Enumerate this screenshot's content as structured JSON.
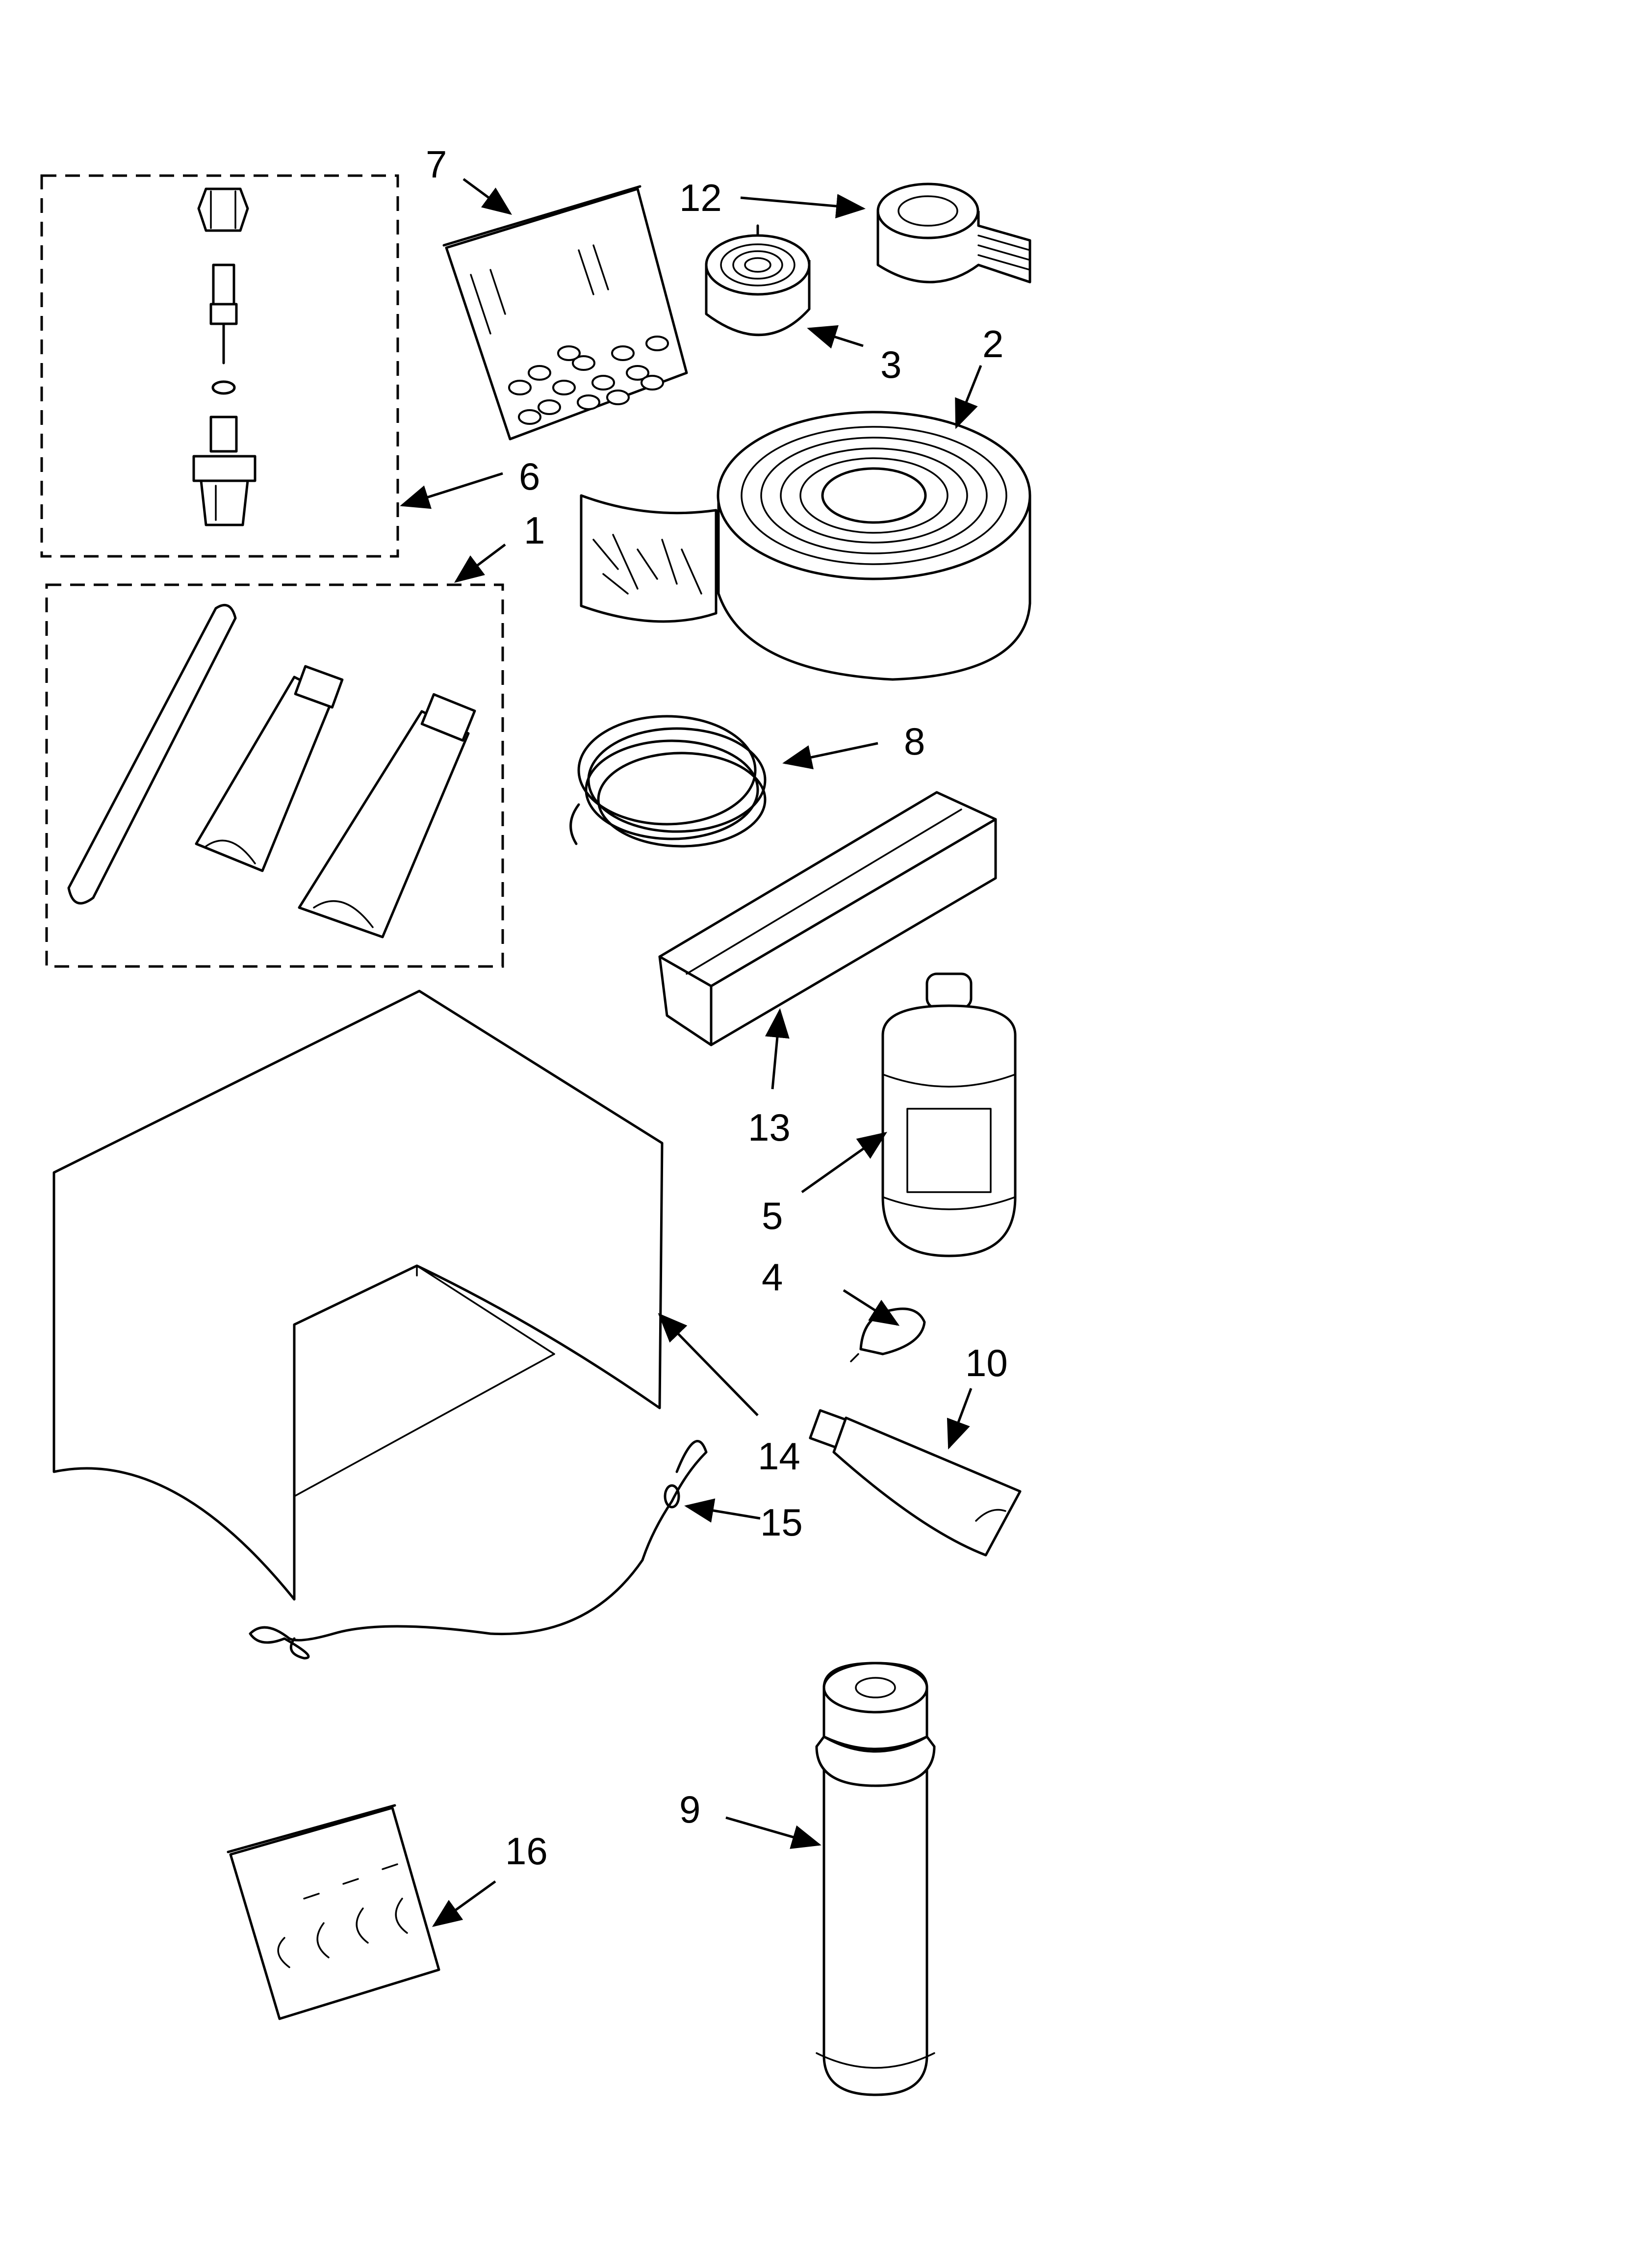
{
  "callouts": {
    "c1": "1",
    "c2": "2",
    "c3": "3",
    "c4": "4",
    "c5": "5",
    "c6": "6",
    "c7": "7",
    "c8": "8",
    "c9": "9",
    "c10": "10",
    "c12": "12",
    "c13": "13",
    "c14": "14",
    "c15": "15",
    "c16": "16"
  }
}
